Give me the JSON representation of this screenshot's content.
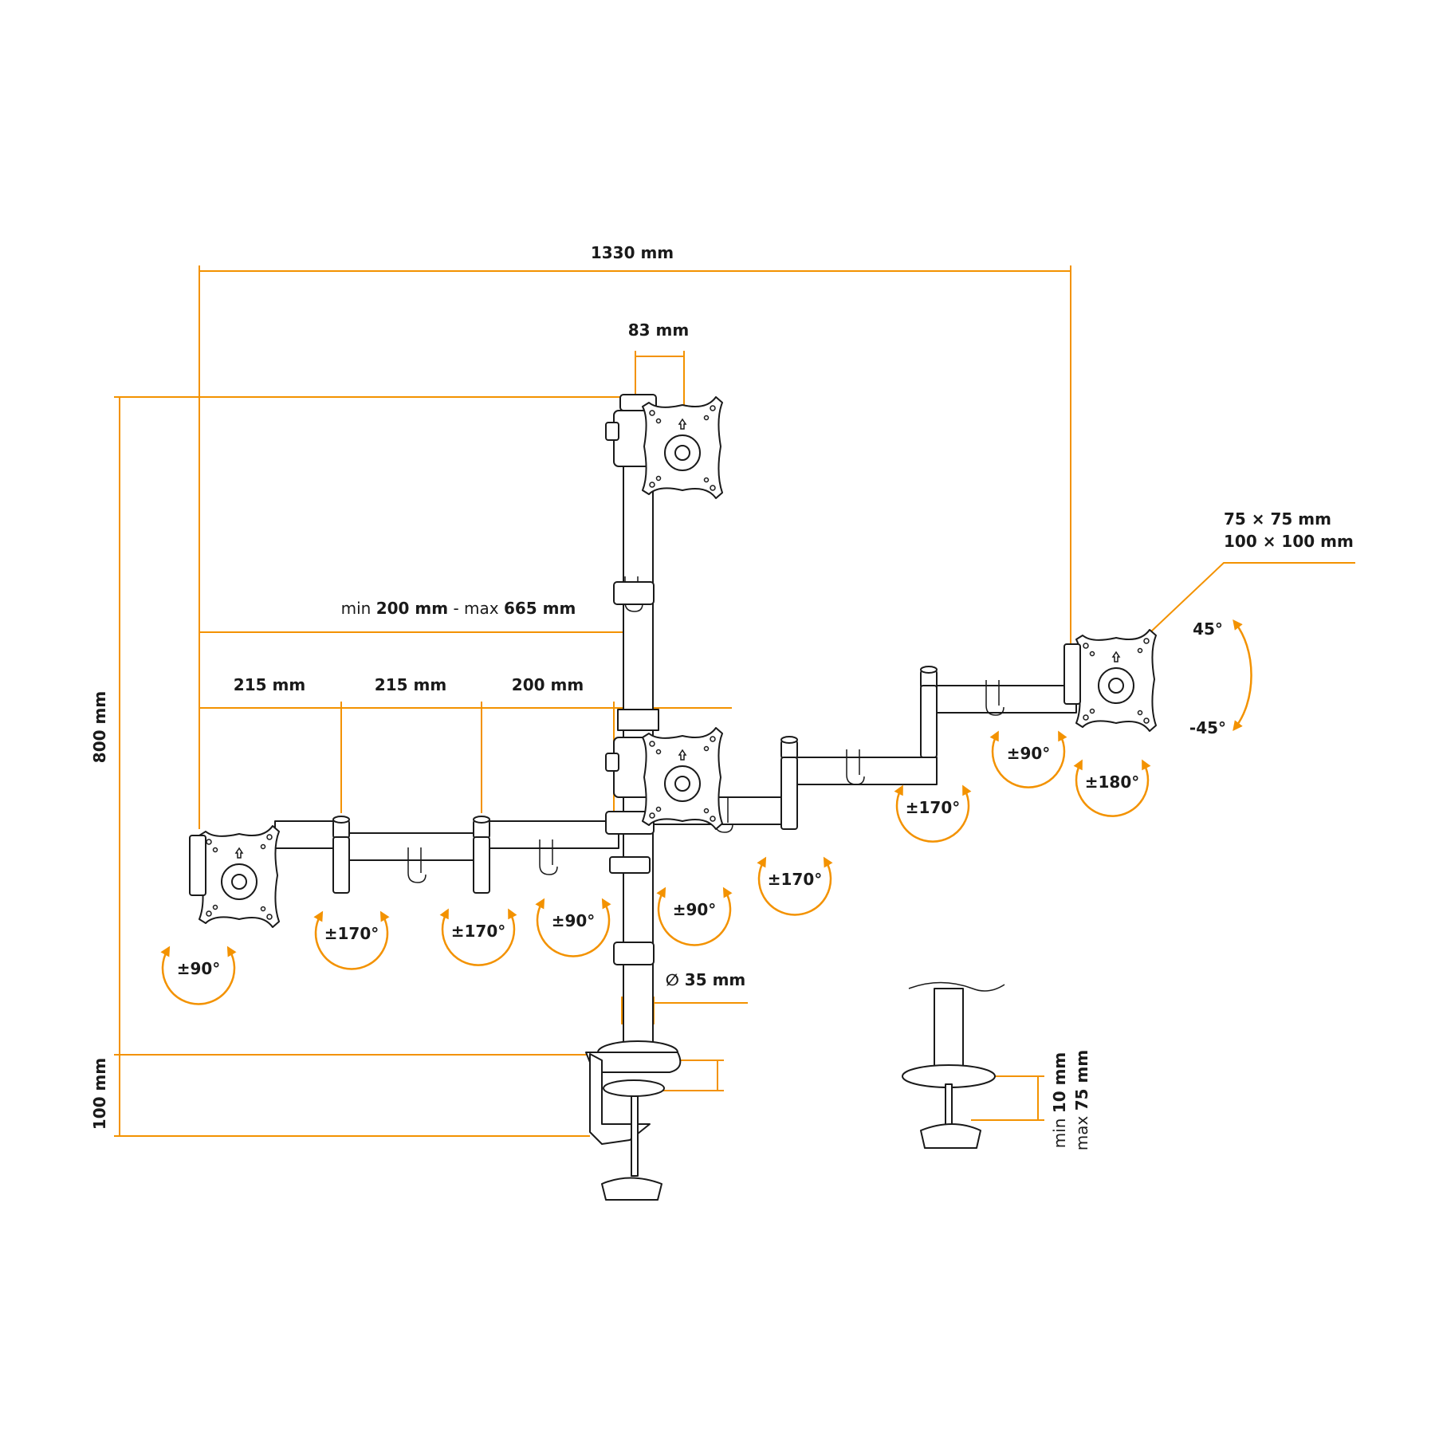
{
  "colors": {
    "accent": "#f39200",
    "ink": "#1a1a1a",
    "background": "#ffffff"
  },
  "dimensions": {
    "total_width": "1330 mm",
    "pole_offset": "83 mm",
    "height": "800 mm",
    "clamp_height": "100 mm",
    "arm_reach_prefix_min": "min ",
    "arm_reach_min": "200 mm",
    "arm_reach_sep": " - max ",
    "arm_reach_max": "665 mm",
    "segment_1": "215 mm",
    "segment_2": "215 mm",
    "segment_3": "200 mm",
    "pole_diameter": "∅ 35 mm",
    "vesa_1": "75 × 75 mm",
    "vesa_2": "100 × 100 mm",
    "desk_min_prefix": "min ",
    "desk_min": "10 mm",
    "desk_max_prefix": "max ",
    "desk_max": "75 mm"
  },
  "rotations": {
    "tilt_up": "45°",
    "tilt_down": "-45°",
    "r1": "±90°",
    "r2": "±170°",
    "r3": "±170°",
    "r4": "±90°",
    "r5": "±90°",
    "r6": "±170°",
    "r7": "±170°",
    "r8": "±90°",
    "r9": "±180°"
  }
}
